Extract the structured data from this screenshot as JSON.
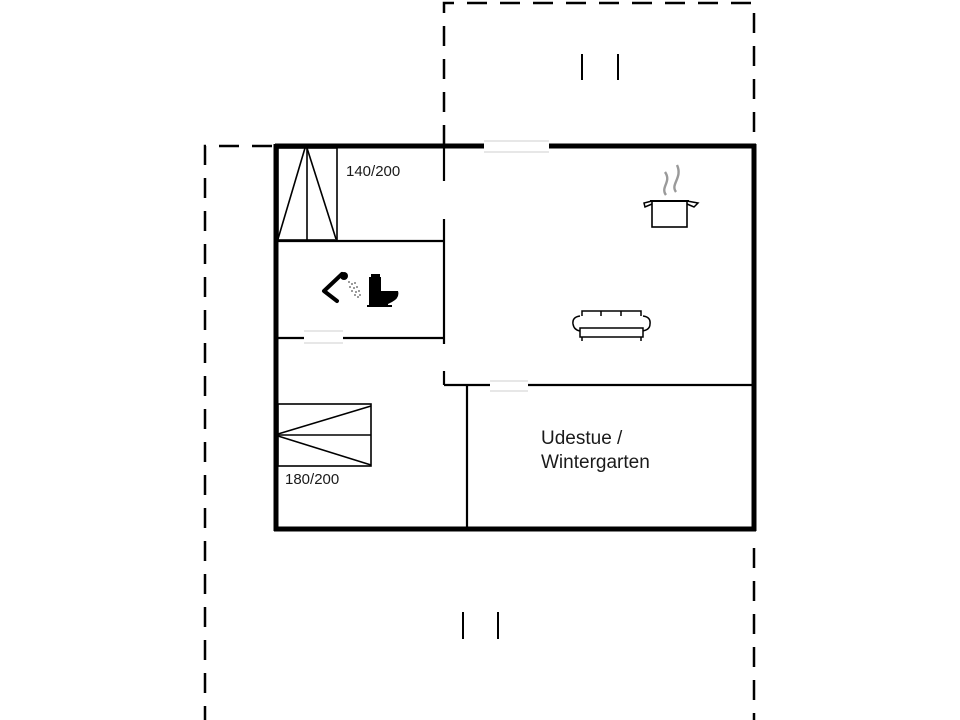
{
  "floorplan": {
    "colors": {
      "wall": "#000000",
      "background": "#ffffff",
      "steam": "#9a9a9a",
      "door_gap": "#cfcfcf"
    },
    "rooms": [
      {
        "id": "bedroom-1",
        "bed_label": "140/200"
      },
      {
        "id": "bathroom",
        "icons": [
          "shower-icon",
          "toilet-icon"
        ]
      },
      {
        "id": "bedroom-2",
        "bed_label": "180/200"
      },
      {
        "id": "living-kitchen",
        "icons": [
          "cooking-pot-icon",
          "sofa-icon"
        ]
      },
      {
        "id": "sunroom",
        "label_line1": "Udestue /",
        "label_line2": "Wintergarten"
      }
    ],
    "terraces": [
      {
        "id": "terrace-top",
        "marker": "| |"
      },
      {
        "id": "terrace-bottom",
        "marker": "| |"
      }
    ]
  }
}
